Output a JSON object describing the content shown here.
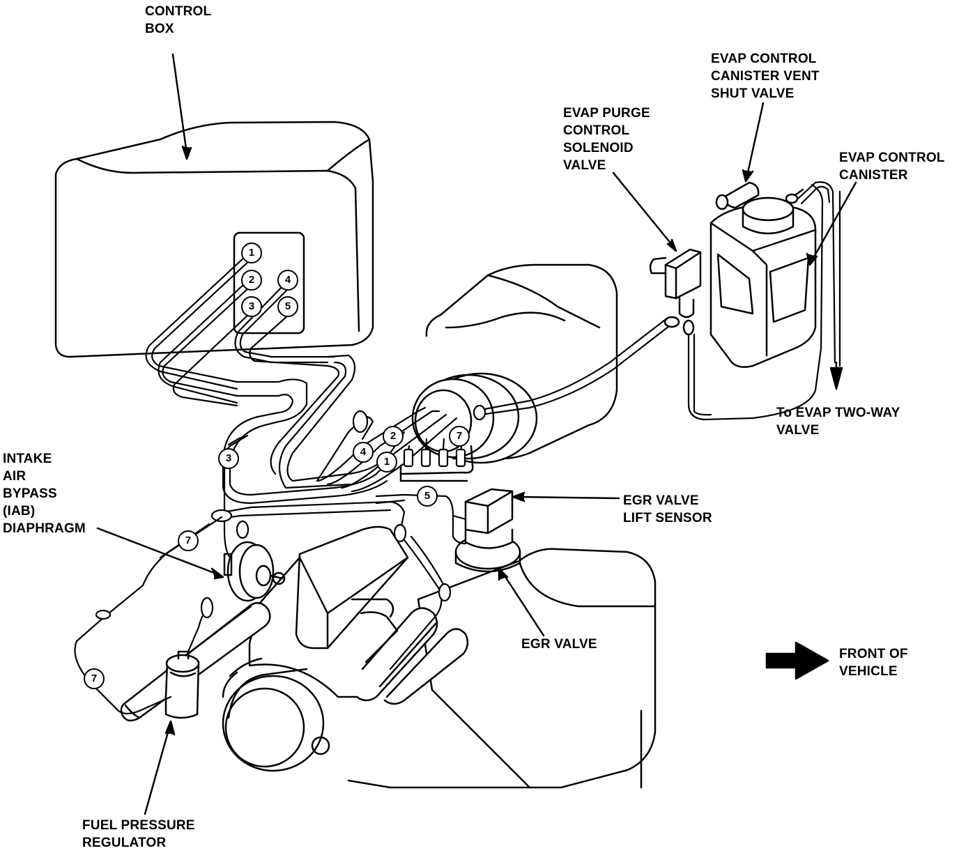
{
  "labels": {
    "control_box": [
      "CONTROL",
      "BOX"
    ],
    "evap_vent_shut_valve": [
      "EVAP CONTROL",
      "CANISTER VENT",
      "SHUT VALVE"
    ],
    "evap_purge_solenoid": [
      "EVAP PURGE",
      "CONTROL",
      "SOLENOID",
      "VALVE"
    ],
    "evap_canister": [
      "EVAP CONTROL",
      "CANISTER"
    ],
    "to_two_way_valve": [
      "To EVAP TWO-WAY",
      "VALVE"
    ],
    "iab_diaphragm": [
      "INTAKE",
      "AIR",
      "BYPASS",
      "(IAB)",
      "DIAPHRAGM"
    ],
    "egr_lift_sensor": [
      "EGR VALVE",
      "LIFT SENSOR"
    ],
    "egr_valve": [
      "EGR VALVE"
    ],
    "front_of_vehicle": [
      "FRONT OF",
      "VEHICLE"
    ],
    "fuel_pressure_regulator": [
      "FUEL PRESSURE",
      "REGULATOR"
    ]
  },
  "port_numbers": {
    "box_1": "1",
    "box_2": "2",
    "box_3": "3",
    "box_4": "4",
    "box_5": "5",
    "hose_4": "4",
    "hose_2": "2",
    "hose_1": "1",
    "hose_7_tb": "7",
    "hose_3": "3",
    "hose_5": "5",
    "hose_7_upper": "7",
    "hose_7_lower": "7"
  }
}
